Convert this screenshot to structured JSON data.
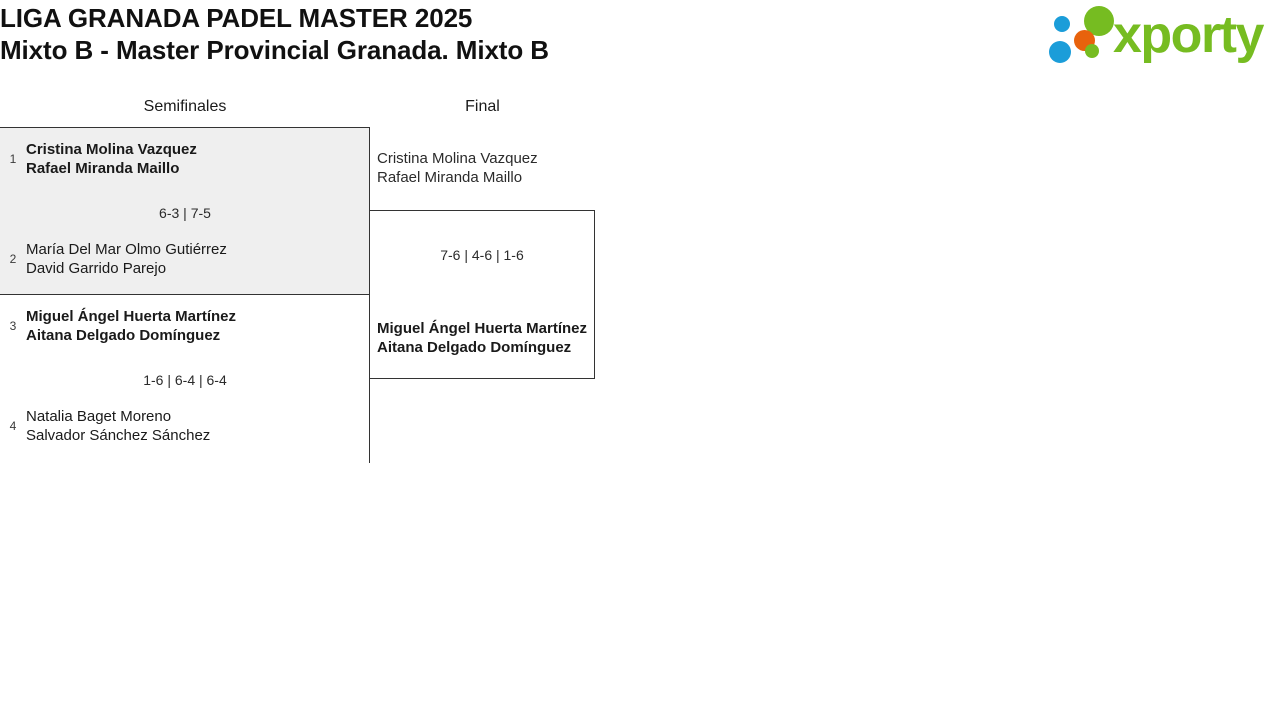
{
  "header": {
    "title_line1": "LIGA GRANADA PADEL MASTER 2025",
    "title_line2": "Mixto B - Master Provincial Granada. Mixto B",
    "logo": {
      "wordmark": "xporty",
      "green": "#76bc21",
      "blue": "#1b9dd9",
      "orange": "#e8620c"
    }
  },
  "bracket": {
    "rounds": [
      {
        "name": "semifinales",
        "label": "Semifinales"
      },
      {
        "name": "final",
        "label": "Final"
      }
    ],
    "semifinals": [
      {
        "highlighted": true,
        "top": {
          "seed": "1",
          "player1": "Cristina Molina Vazquez",
          "player2": "Rafael Miranda Maillo",
          "winner": true
        },
        "bottom": {
          "seed": "2",
          "player1": "María Del Mar Olmo Gutiérrez",
          "player2": "David Garrido Parejo",
          "winner": false
        },
        "score": "6-3 | 7-5"
      },
      {
        "highlighted": false,
        "top": {
          "seed": "3",
          "player1": "Miguel Ángel Huerta Martínez",
          "player2": "Aitana Delgado Domínguez",
          "winner": true
        },
        "bottom": {
          "seed": "4",
          "player1": "Natalia Baget Moreno",
          "player2": "Salvador Sánchez Sánchez",
          "winner": false
        },
        "score": "1-6 | 6-4 | 6-4"
      }
    ],
    "final": {
      "top": {
        "player1": "Cristina Molina Vazquez",
        "player2": "Rafael Miranda Maillo",
        "winner": false
      },
      "bottom": {
        "player1": "Miguel Ángel Huerta Martínez",
        "player2": "Aitana Delgado Domínguez",
        "winner": true
      },
      "score": "7-6 | 4-6 | 1-6"
    }
  }
}
